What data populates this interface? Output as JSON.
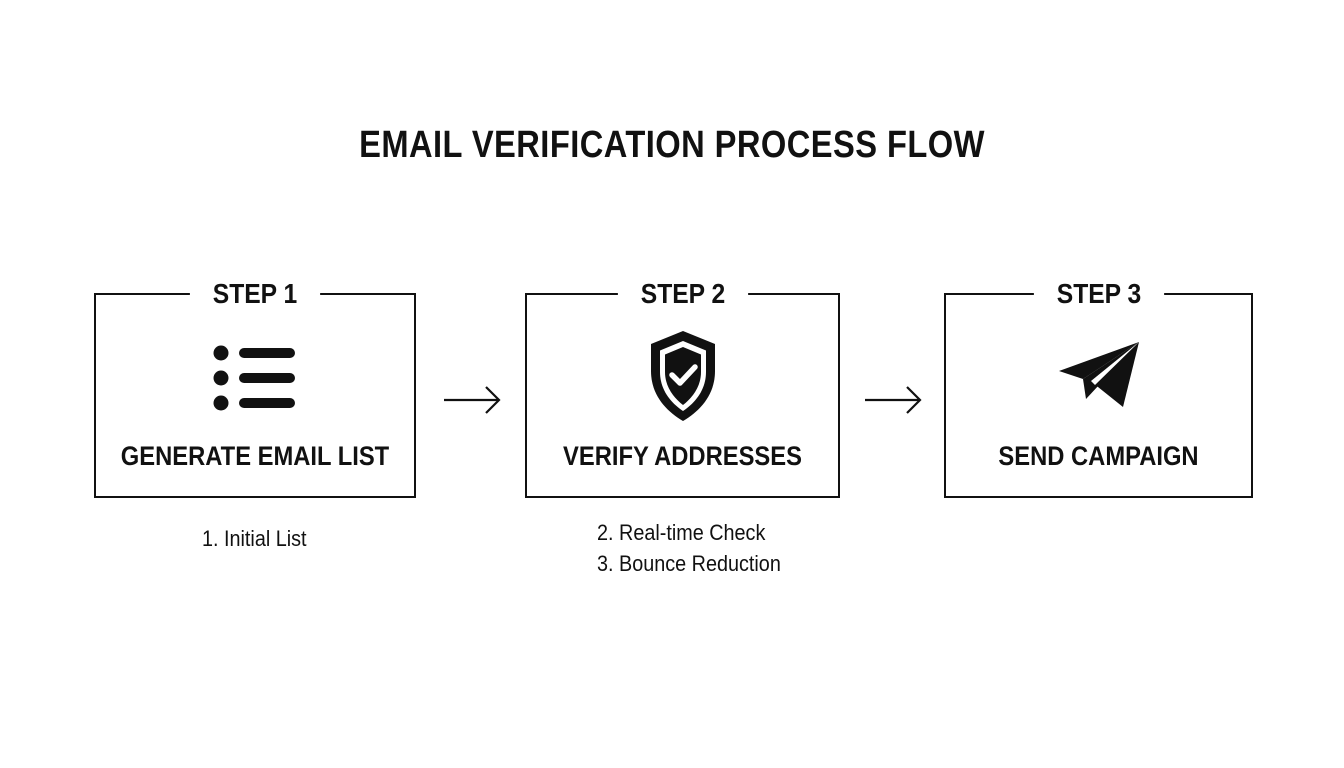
{
  "title": "EMAIL VERIFICATION PROCESS FLOW",
  "steps": [
    {
      "label": "STEP 1",
      "text": "GENERATE EMAIL LIST",
      "icon": "list-icon"
    },
    {
      "label": "STEP 2",
      "text": "VERIFY ADDRESSES",
      "icon": "shield-check-icon"
    },
    {
      "label": "STEP 3",
      "text": "SEND CAMPAIGN",
      "icon": "paper-plane-icon"
    }
  ],
  "notes": {
    "step1": [
      "1. Initial List"
    ],
    "step2": [
      "2. Real-time Check",
      "3. Bounce Reduction"
    ]
  },
  "colors": {
    "stroke": "#111111",
    "background": "#ffffff"
  }
}
